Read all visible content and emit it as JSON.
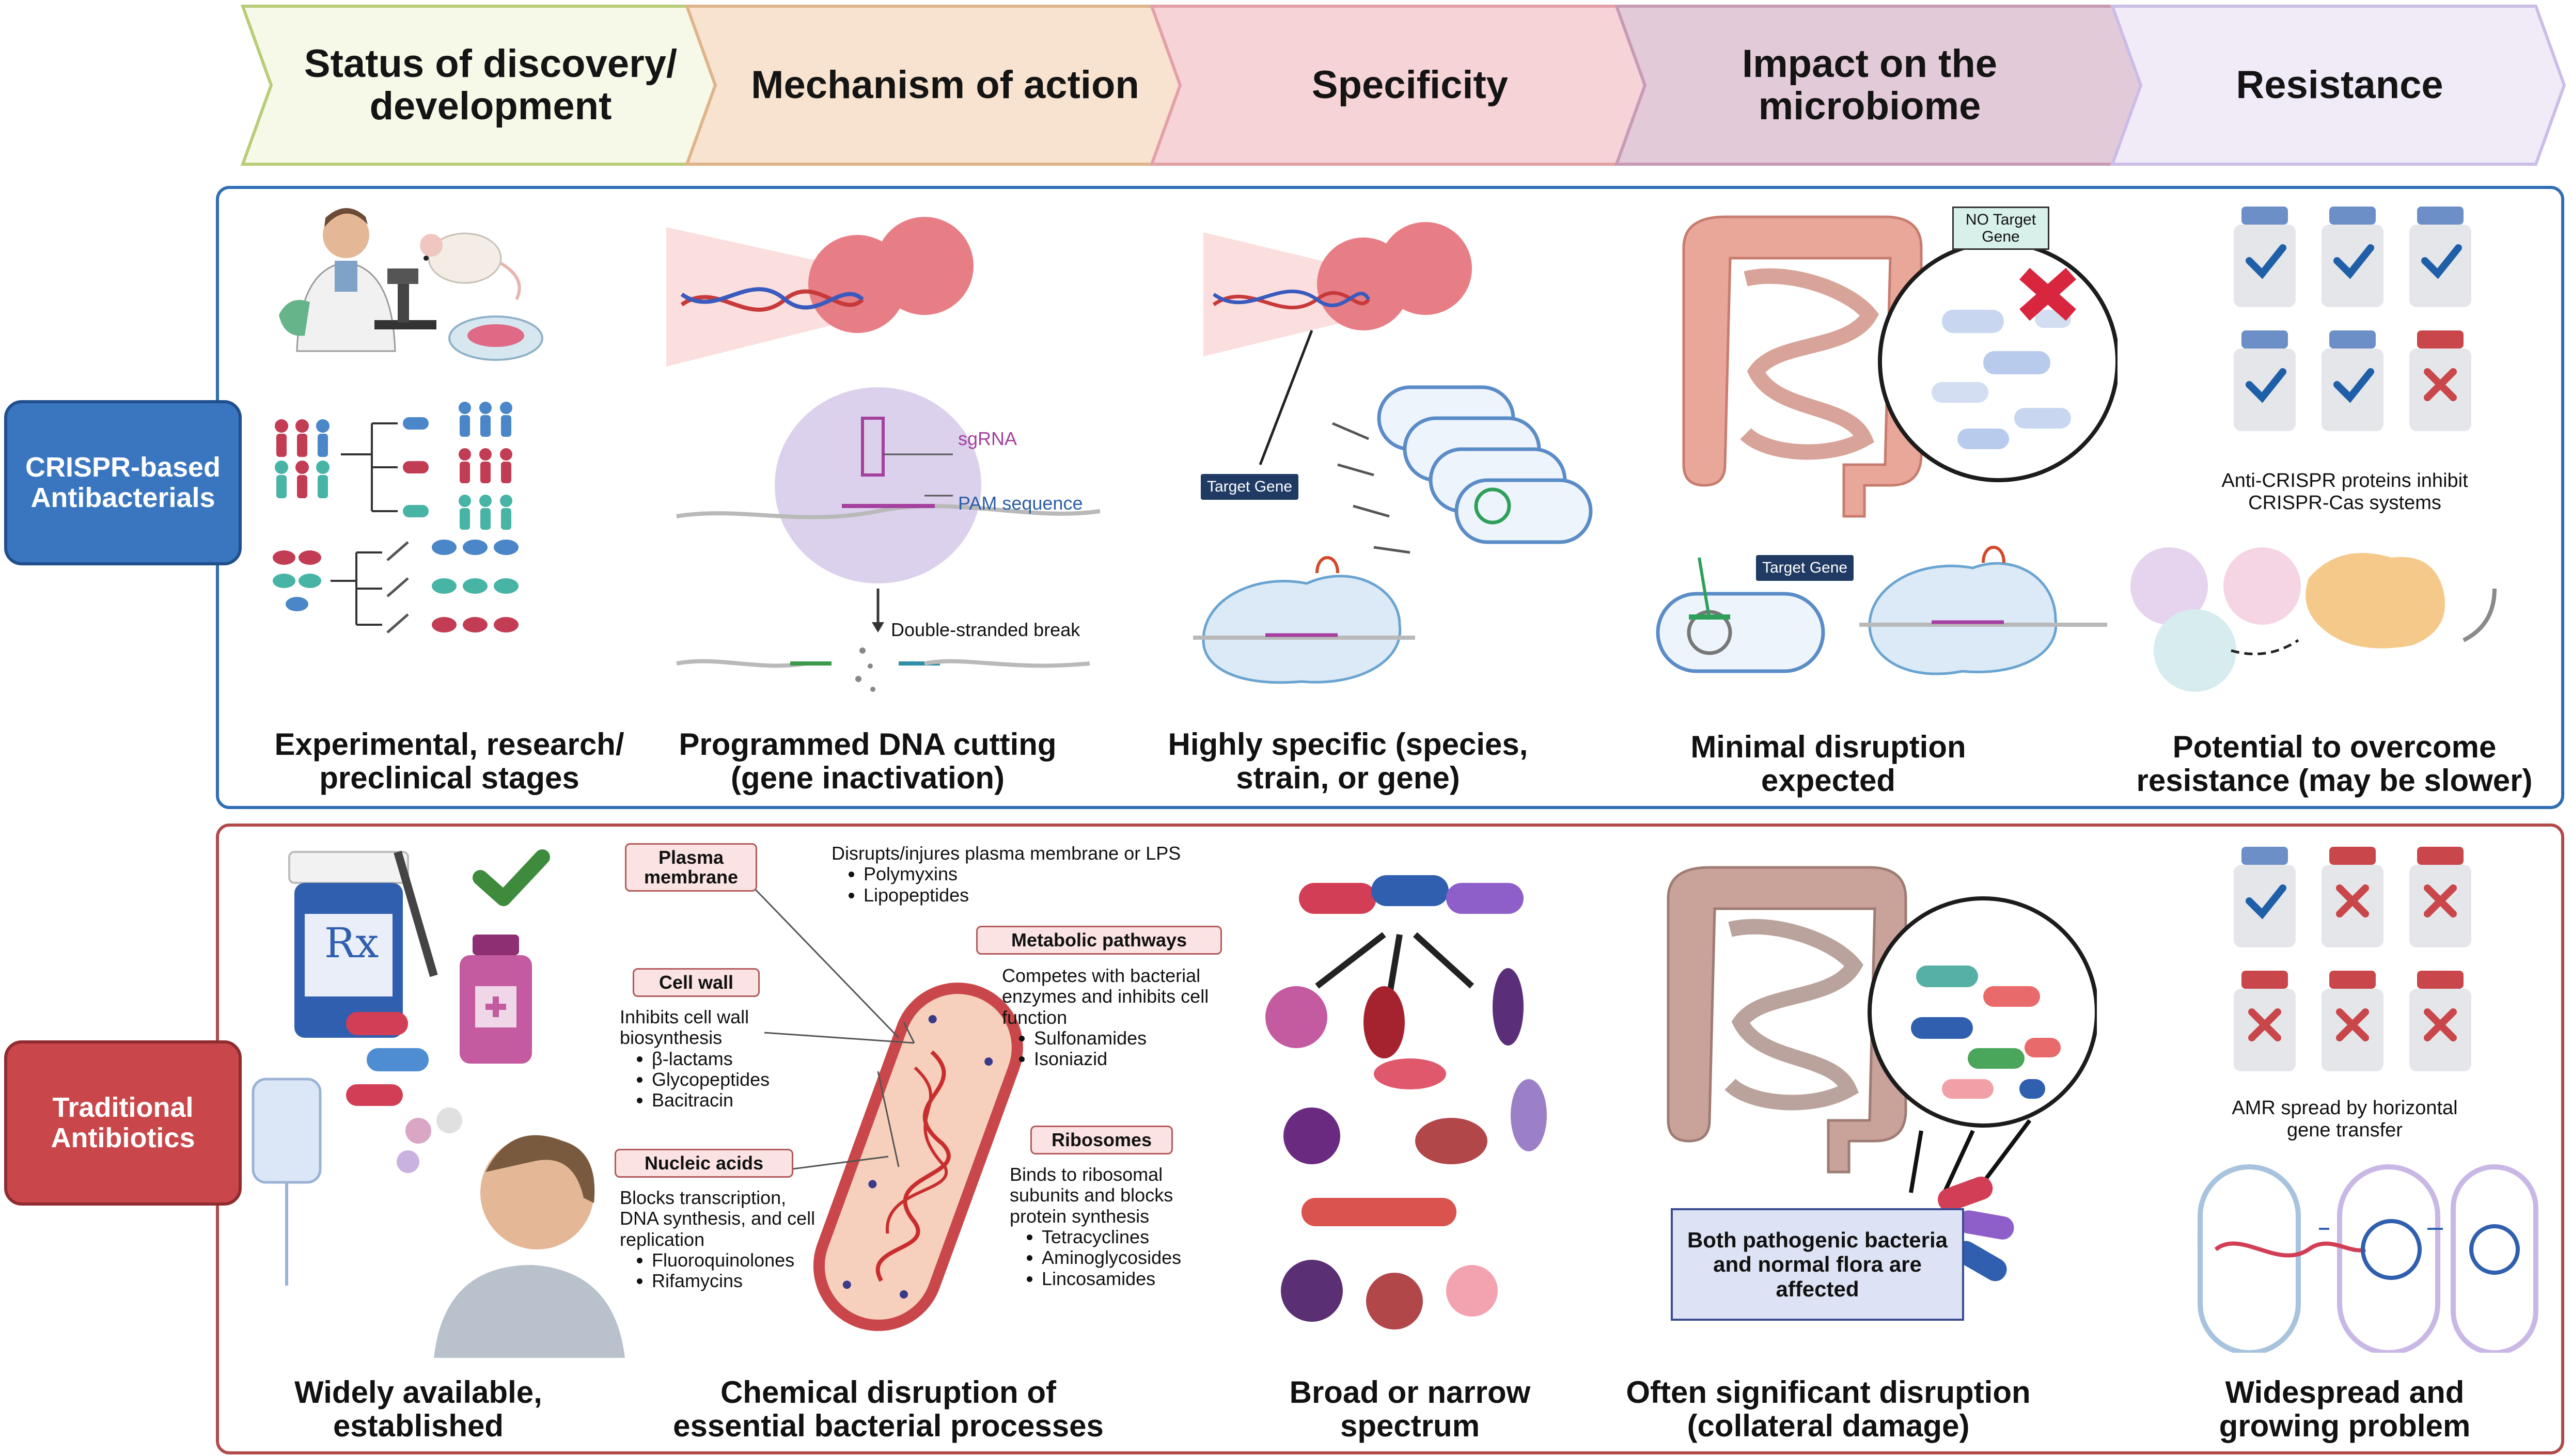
{
  "header": {
    "steps": [
      {
        "label": "Status of discovery/ development",
        "color": "#f6f9e8",
        "border": "#b9cc78"
      },
      {
        "label": "Mechanism of action",
        "color": "#f7e3cf",
        "border": "#e0b48a"
      },
      {
        "label": "Specificity",
        "color": "#f6d3d6",
        "border": "#e3a1a7"
      },
      {
        "label": "Impact on the microbiome",
        "color": "#e3cad8",
        "border": "#c79bb5"
      },
      {
        "label": "Resistance",
        "color": "#f1ebf8",
        "border": "#cbbde6"
      }
    ]
  },
  "rows": {
    "crispr": {
      "label": "CRISPR-based Antibacterials",
      "color": "#3a76c0",
      "border_color": "#2f6eb4",
      "captions": [
        "Experimental, research/ preclinical stages",
        "Programmed DNA cutting (gene inactivation)",
        "Highly specific (species, strain, or gene)",
        "Minimal disruption expected",
        "Potential to overcome resistance (may be slower)"
      ],
      "mechanism": {
        "sgrna": "sgRNA",
        "pam": "PAM sequence",
        "dsb": "Double-stranded break"
      },
      "specificity": {
        "target_gene": "Target Gene"
      },
      "microbiome": {
        "no_target": "NO Target Gene",
        "target_gene": "Target Gene"
      },
      "resistance": {
        "note": "Anti-CRISPR proteins inhibit CRISPR-Cas systems"
      }
    },
    "traditional": {
      "label": "Traditional Antibiotics",
      "color": "#c9474a",
      "border_color": "#b24a4a",
      "captions": [
        "Widely available, established",
        "Chemical disruption of essential bacterial processes",
        "Broad or narrow spectrum",
        "Often significant disruption (collateral damage)",
        "Widespread and growing problem"
      ],
      "mechanism": {
        "plasma": {
          "title": "Plasma membrane",
          "desc": "Disrupts/injures plasma membrane or LPS",
          "items": [
            "Polymyxins",
            "Lipopeptides"
          ]
        },
        "wall": {
          "title": "Cell wall",
          "desc": "Inhibits cell wall biosynthesis",
          "items": [
            "β-lactams",
            "Glycopeptides",
            "Bacitracin"
          ]
        },
        "metabolic": {
          "title": "Metabolic pathways",
          "desc": "Competes with bacterial enzymes and inhibits cell function",
          "items": [
            "Sulfonamides",
            "Isoniazid"
          ]
        },
        "nucleic": {
          "title": "Nucleic acids",
          "desc": "Blocks transcription, DNA synthesis, and cell replication",
          "items": [
            "Fluoroquinolones",
            "Rifamycins"
          ]
        },
        "ribosomes": {
          "title": "Ribosomes",
          "desc": "Binds to ribosomal subunits and blocks protein synthesis",
          "items": [
            "Tetracyclines",
            "Aminoglycosides",
            "Lincosamides"
          ]
        }
      },
      "development": {
        "rx": "Rx"
      },
      "microbiome": {
        "note": "Both pathogenic bacteria and normal flora are affected"
      },
      "resistance": {
        "note": "AMR spread by horizontal gene transfer"
      }
    }
  }
}
